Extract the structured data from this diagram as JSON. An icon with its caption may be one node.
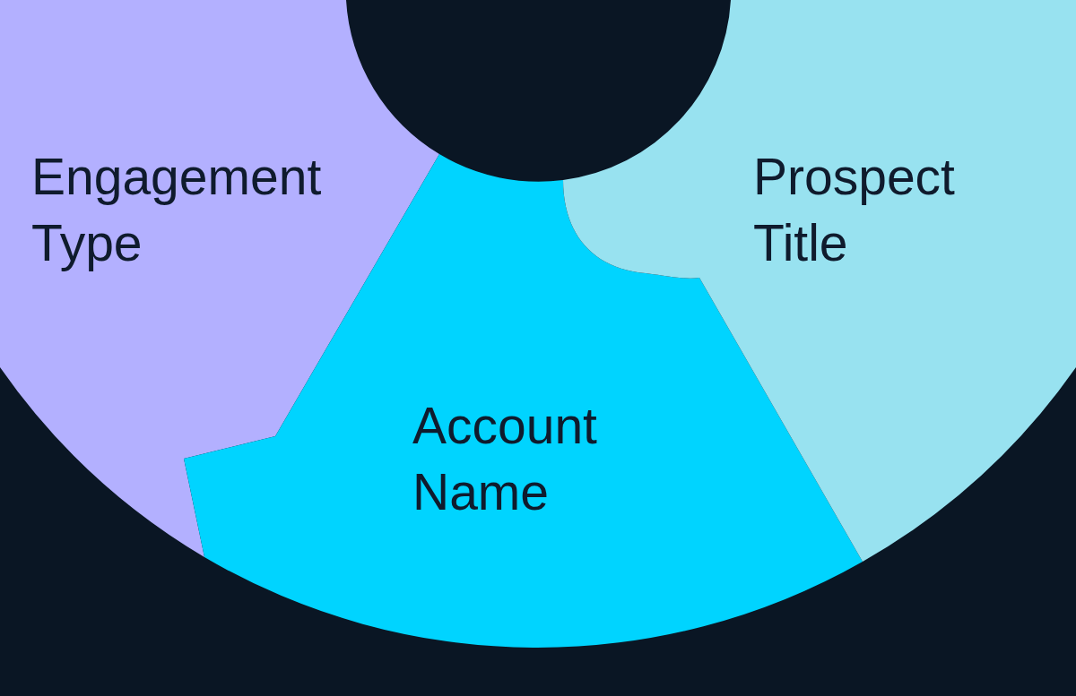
{
  "diagram": {
    "nodes": [
      {
        "text": [
          "Engagement Type"
        ]
      },
      {
        "text": [
          "Account Name"
        ]
      },
      {
        "text": [
          "Prospect Title"
        ]
      }
    ]
  }
}
